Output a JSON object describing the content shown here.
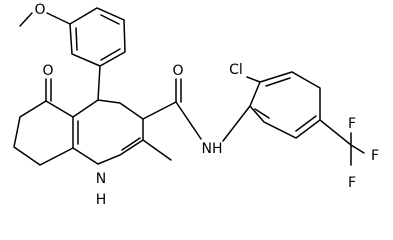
{
  "labels": {
    "methoxy_oxygen": "O",
    "ketone_oxygen": "O",
    "amide_oxygen": "O",
    "chlorine": "Cl",
    "amide_nitrogen": "NH",
    "ring_nitrogen": "N",
    "ring_nh_hydrogen": "H",
    "fluorine_top": "F",
    "fluorine_right": "F",
    "fluorine_bottom": "F"
  },
  "colors": {
    "bond": "#000000",
    "text": "#000000",
    "background": "#ffffff"
  }
}
